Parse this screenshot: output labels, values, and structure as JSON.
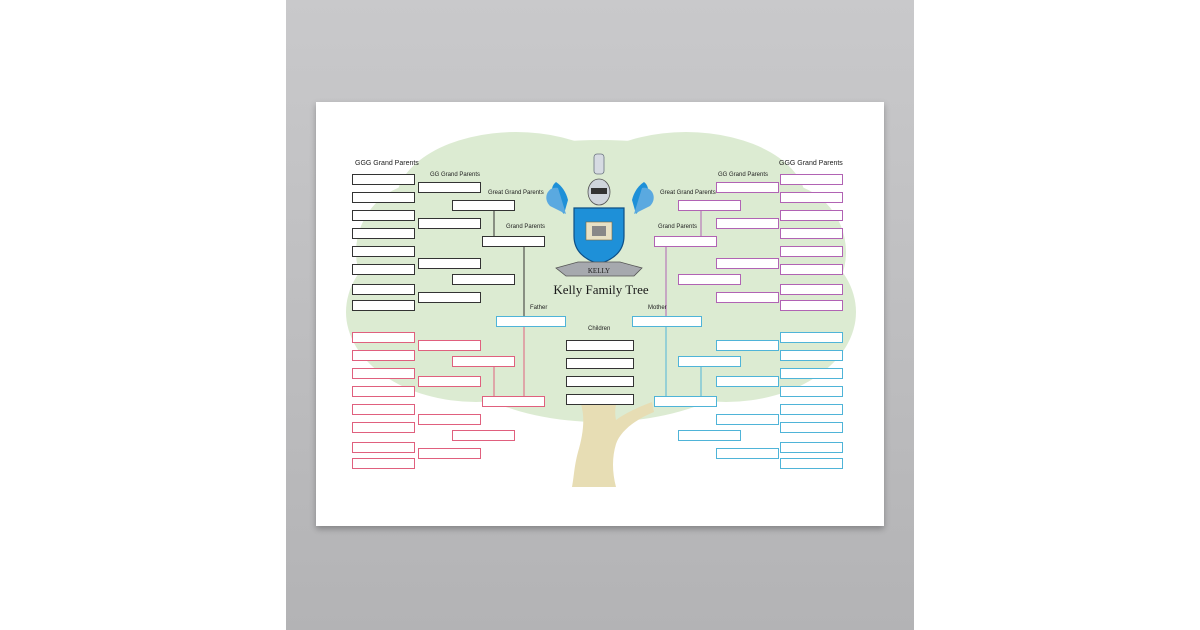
{
  "poster": {
    "title": "Kelly Family Tree",
    "banner_text": "KELLY",
    "labels": {
      "ggg_left": "GGG Grand Parents",
      "ggg_right": "GGG Grand Parents",
      "gg_left": "GG Grand Parents",
      "gg_right": "GG Grand Parents",
      "great_left": "Great Grand Parents",
      "great_right": "Great Grand Parents",
      "grand_left": "Grand Parents",
      "grand_right": "Grand Parents",
      "father": "Father",
      "mother": "Mother",
      "children": "Children"
    }
  },
  "colors": {
    "paternal_paternal": "#333333",
    "paternal_maternal": "#e0607e",
    "maternal_paternal": "#b163b4",
    "maternal_maternal": "#4fb4d8",
    "tree_canopy": "#dcebd2",
    "tree_trunk": "#e7ddb4",
    "shield_blue": "#1e90d8"
  }
}
